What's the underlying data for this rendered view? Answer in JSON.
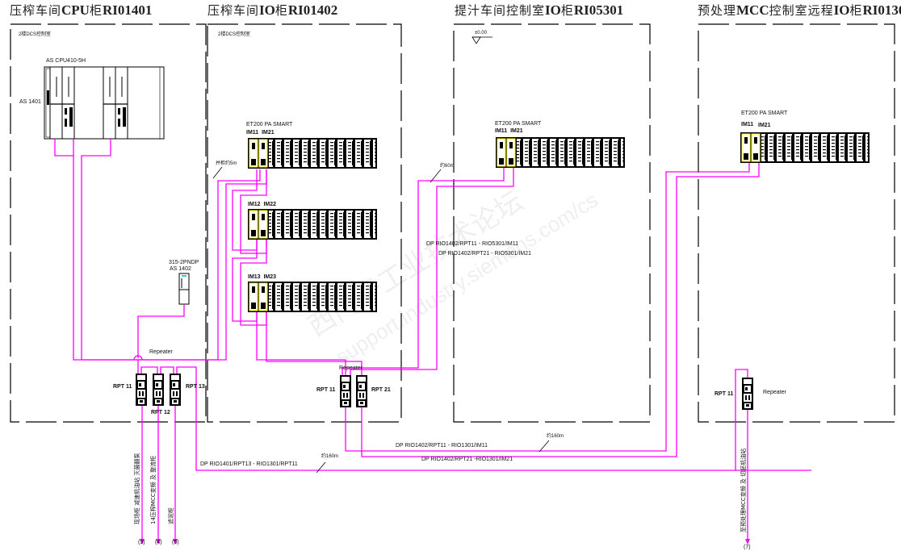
{
  "titles": [
    {
      "prefix": "压榨车间",
      "bold": "CPU",
      "mid": "柜",
      "code": "RI01401"
    },
    {
      "prefix": "压榨车间",
      "bold": "IO",
      "mid": "柜",
      "code": "RI01402"
    },
    {
      "prefix": "提汁车间控制室",
      "bold": "IO",
      "mid": "柜",
      "code": "RI05301"
    },
    {
      "prefix": "预处理",
      "bold": "MCC",
      "mid": "控制室远程",
      "bold2": "IO",
      "mid2": "柜",
      "code": "RI0130"
    }
  ],
  "rooms": {
    "room1": "2楼DCS控制室",
    "room2": "2楼DCS控制室",
    "room3_level": "±0.00"
  },
  "cabinet1": {
    "cpu_model": "AS CPU410-5H",
    "as_label": "AS 1401",
    "cpu315_model": "315-2PNDP",
    "cpu315_as": "AS 1402",
    "repeater_label": "Repeater",
    "rpt11": "RPT 11",
    "rpt12": "RPT 12",
    "rpt13": "RPT 13"
  },
  "cabinet2": {
    "et200_title": "ET200 PA SMART",
    "rack1": "IM11  IM21",
    "rack2": "IM12  IM22",
    "rack3": "IM13  IM23",
    "between_cabinets": "并柜约5m",
    "repeater_label": "Repeater",
    "rpt11": "RPT 11",
    "rpt21": "RPT 21"
  },
  "cabinet3": {
    "et200_title": "ET200 PA SMART",
    "rack1": "IM11  IM21",
    "distance": "约60m",
    "dp_line1": "DP RIO1402/RPT11 - RIO5301/IM11",
    "dp_line2": "DP RIO1402/RPT21 - RIO5301/IM21"
  },
  "cabinet4": {
    "et200_title": "ET200 PA SMART",
    "rack1_im1": "IM11",
    "rack1_im2": "IM21",
    "rpt11": "RPT 11",
    "repeater_label": "Repeater"
  },
  "bottom": {
    "dp_1401": "DP RIO1401/RPT13 - RIO1301/RPT11",
    "dist_1401": "约160m",
    "dp_1402_a": "DP RIO1402/RPT11 - RIO1301/IM11",
    "dp_1402_b": "DP RIO1402/RPT21 -RIO1301/IM21",
    "dist_1402": "约160m",
    "dest3_label": "现场柜 减速机油站 灭菌翻泵",
    "dest4_label": "14压榨MCC变频 及 整流柜",
    "dest5_label": "滤泥柜",
    "dest7_label": "至预处理MCC变频 及 切胚机油站",
    "dest3": "(3)",
    "dest4": "(4)",
    "dest5": "(5)",
    "dest7": "(7)"
  },
  "watermark": {
    "cn": "西门子工业技术论坛",
    "url": "support.industry.siemens.com/cs"
  },
  "colors": {
    "cable": "#ff00ff",
    "frame": "#000000",
    "highlight": "#ffee00"
  }
}
